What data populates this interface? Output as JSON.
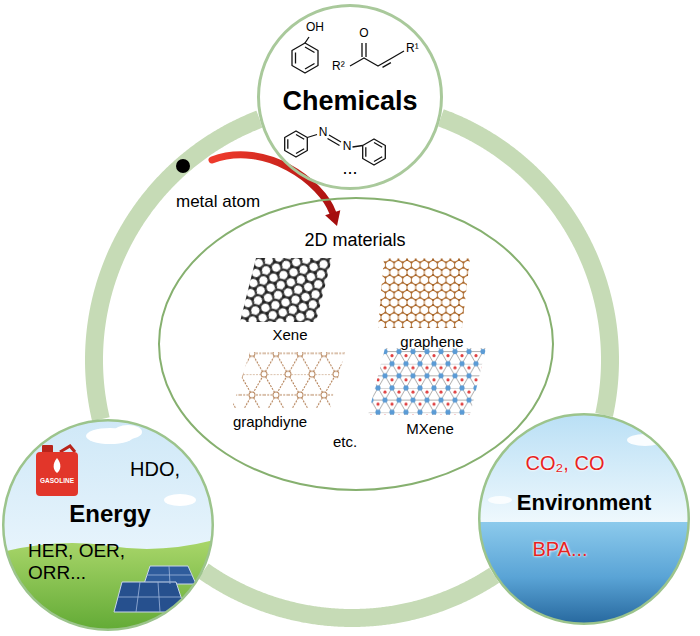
{
  "diagram": {
    "nodes": [
      {
        "text": [
          "Chemicals",
          "..."
        ]
      },
      {
        "text": [
          "2D materials",
          "Xene",
          "graphene",
          "graphdiyne",
          "MXene",
          "etc."
        ]
      },
      {
        "text": [
          "HDO,",
          "Energy",
          "HER, OER, ORR..."
        ]
      },
      {
        "text": [
          "CO₂, CO",
          "Environment",
          "BPA..."
        ]
      }
    ],
    "edges": [
      {
        "from": 0,
        "to": 3,
        "arrow": "none"
      },
      {
        "from": 3,
        "to": 2,
        "arrow": "none"
      },
      {
        "from": 2,
        "to": 0,
        "arrow": "none"
      }
    ],
    "labels": [
      "OH",
      "O",
      "R²",
      "R¹",
      "N",
      "N",
      "metal atom",
      "GASOLINE"
    ]
  }
}
